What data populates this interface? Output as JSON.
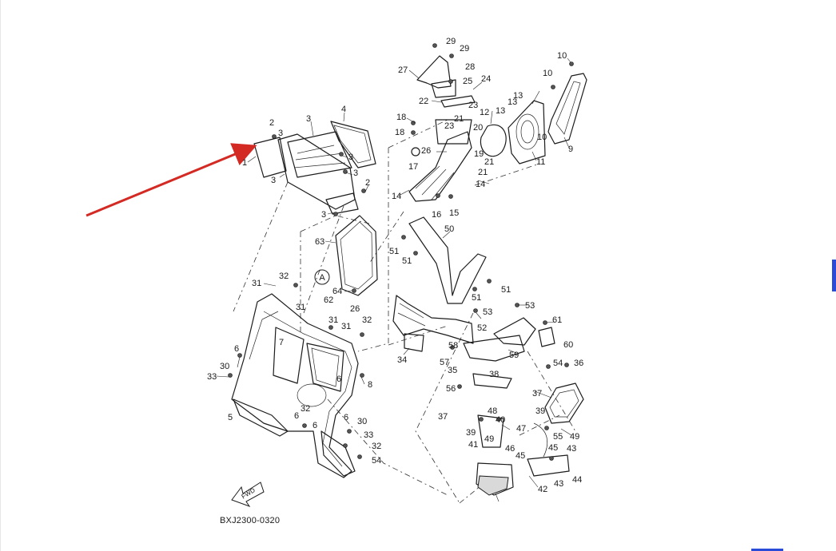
{
  "diagram": {
    "code": "BXJ2300-0320",
    "fwd_label": "FWD",
    "circle_ref": "A",
    "arrow_color": "#d42a24",
    "callouts": [
      {
        "id": "c1",
        "text": "1"
      },
      {
        "id": "c2a",
        "text": "2"
      },
      {
        "id": "c3a",
        "text": "3"
      },
      {
        "id": "c3b",
        "text": "3"
      },
      {
        "id": "c4",
        "text": "4"
      },
      {
        "id": "c3c",
        "text": "3"
      },
      {
        "id": "c3d",
        "text": "3"
      },
      {
        "id": "c3e",
        "text": "3"
      },
      {
        "id": "c2b",
        "text": "2"
      },
      {
        "id": "c3f",
        "text": "3"
      },
      {
        "id": "c29a",
        "text": "29"
      },
      {
        "id": "c29b",
        "text": "29"
      },
      {
        "id": "c27",
        "text": "27"
      },
      {
        "id": "c28",
        "text": "28"
      },
      {
        "id": "c25",
        "text": "25"
      },
      {
        "id": "c24",
        "text": "24"
      },
      {
        "id": "c22",
        "text": "22"
      },
      {
        "id": "c23a",
        "text": "23"
      },
      {
        "id": "c18a",
        "text": "18"
      },
      {
        "id": "c21a",
        "text": "21"
      },
      {
        "id": "c23b",
        "text": "23"
      },
      {
        "id": "c18b",
        "text": "18"
      },
      {
        "id": "c12",
        "text": "12"
      },
      {
        "id": "c20",
        "text": "20"
      },
      {
        "id": "c26a",
        "text": "26"
      },
      {
        "id": "c19",
        "text": "19"
      },
      {
        "id": "c17",
        "text": "17"
      },
      {
        "id": "c21b",
        "text": "21"
      },
      {
        "id": "c21c",
        "text": "21"
      },
      {
        "id": "c14a",
        "text": "14"
      },
      {
        "id": "c14b",
        "text": "14"
      },
      {
        "id": "c16",
        "text": "16"
      },
      {
        "id": "c15",
        "text": "15"
      },
      {
        "id": "c10a",
        "text": "10"
      },
      {
        "id": "c10b",
        "text": "10"
      },
      {
        "id": "c13a",
        "text": "13"
      },
      {
        "id": "c13b",
        "text": "13"
      },
      {
        "id": "c13c",
        "text": "13"
      },
      {
        "id": "c10c",
        "text": "10"
      },
      {
        "id": "c9",
        "text": "9"
      },
      {
        "id": "c11",
        "text": "11"
      },
      {
        "id": "c50",
        "text": "50"
      },
      {
        "id": "c51a",
        "text": "51"
      },
      {
        "id": "c51b",
        "text": "51"
      },
      {
        "id": "c51c",
        "text": "51"
      },
      {
        "id": "c51d",
        "text": "51"
      },
      {
        "id": "c63",
        "text": "63"
      },
      {
        "id": "c64",
        "text": "64"
      },
      {
        "id": "c62",
        "text": "62"
      },
      {
        "id": "c31a",
        "text": "31"
      },
      {
        "id": "c32a",
        "text": "32"
      },
      {
        "id": "c31b",
        "text": "31"
      },
      {
        "id": "c26b",
        "text": "26"
      },
      {
        "id": "c31c",
        "text": "31"
      },
      {
        "id": "c31d",
        "text": "31"
      },
      {
        "id": "c32b",
        "text": "32"
      },
      {
        "id": "c7",
        "text": "7"
      },
      {
        "id": "c6a",
        "text": "6"
      },
      {
        "id": "c30a",
        "text": "30"
      },
      {
        "id": "c33a",
        "text": "33"
      },
      {
        "id": "c6b",
        "text": "6"
      },
      {
        "id": "c8",
        "text": "8"
      },
      {
        "id": "c5",
        "text": "5"
      },
      {
        "id": "c32c",
        "text": "32"
      },
      {
        "id": "c6c",
        "text": "6"
      },
      {
        "id": "c6d",
        "text": "6"
      },
      {
        "id": "c30b",
        "text": "30"
      },
      {
        "id": "c6e",
        "text": "6"
      },
      {
        "id": "c33b",
        "text": "33"
      },
      {
        "id": "c32d",
        "text": "32"
      },
      {
        "id": "c54a",
        "text": "54"
      },
      {
        "id": "c53a",
        "text": "53"
      },
      {
        "id": "c53b",
        "text": "53"
      },
      {
        "id": "c61",
        "text": "61"
      },
      {
        "id": "c52",
        "text": "52"
      },
      {
        "id": "c60",
        "text": "60"
      },
      {
        "id": "c58",
        "text": "58"
      },
      {
        "id": "c34",
        "text": "34"
      },
      {
        "id": "c59",
        "text": "59"
      },
      {
        "id": "c57",
        "text": "57"
      },
      {
        "id": "c54b",
        "text": "54"
      },
      {
        "id": "c36",
        "text": "36"
      },
      {
        "id": "c35",
        "text": "35"
      },
      {
        "id": "c38",
        "text": "38"
      },
      {
        "id": "c56",
        "text": "56"
      },
      {
        "id": "c37a",
        "text": "37"
      },
      {
        "id": "c48",
        "text": "48"
      },
      {
        "id": "c39a",
        "text": "39"
      },
      {
        "id": "c37b",
        "text": "37"
      },
      {
        "id": "c40",
        "text": "40"
      },
      {
        "id": "c39b",
        "text": "39"
      },
      {
        "id": "c47",
        "text": "47"
      },
      {
        "id": "c55",
        "text": "55"
      },
      {
        "id": "c49a",
        "text": "49"
      },
      {
        "id": "c41",
        "text": "41"
      },
      {
        "id": "c49b",
        "text": "49"
      },
      {
        "id": "c46",
        "text": "46"
      },
      {
        "id": "c45a",
        "text": "45"
      },
      {
        "id": "c43a",
        "text": "43"
      },
      {
        "id": "c45b",
        "text": "45"
      },
      {
        "id": "c44",
        "text": "44"
      },
      {
        "id": "c43b",
        "text": "43"
      },
      {
        "id": "c42",
        "text": "42"
      }
    ]
  }
}
